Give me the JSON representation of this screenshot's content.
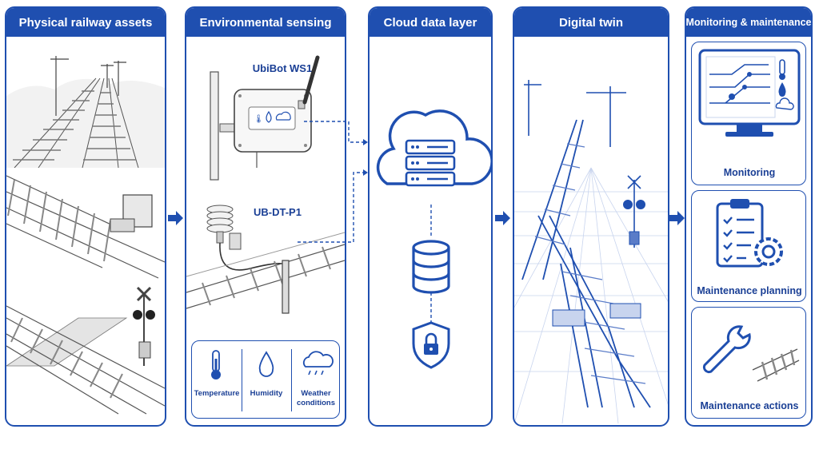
{
  "stages": [
    {
      "title": "Physical railway assets"
    },
    {
      "title": "Environmental sensing"
    },
    {
      "title": "Cloud data layer"
    },
    {
      "title": "Digital twin"
    },
    {
      "title": "Monitoring & maintenance"
    }
  ],
  "sensing": {
    "sensor1": "UbiBot WS1",
    "sensor2": "UB-DT-P1",
    "measurements": [
      {
        "label": "Temperature",
        "icon": "thermometer-icon"
      },
      {
        "label": "Humidity",
        "icon": "droplet-icon"
      },
      {
        "label": "Weather conditions",
        "icon": "rain-cloud-icon"
      }
    ]
  },
  "cloud": {
    "icons": [
      "server-cloud-icon",
      "database-icon",
      "lock-shield-icon"
    ]
  },
  "monitoring": {
    "cards": [
      {
        "label": "Monitoring",
        "icon": "monitor-icon"
      },
      {
        "label": "Maintenance planning",
        "icon": "clipboard-gear-icon"
      },
      {
        "label": "Maintenance actions",
        "icon": "wrench-track-icon"
      }
    ]
  },
  "colors": {
    "accent": "#1f4fb0",
    "line_art": "#3a3a3a",
    "background": "#ffffff"
  }
}
